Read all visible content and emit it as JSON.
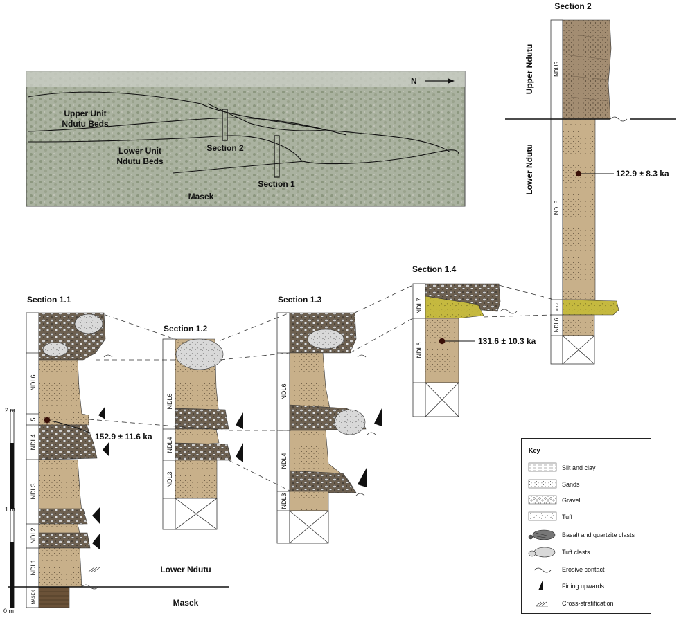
{
  "photo": {
    "north_label": "N",
    "upper_unit_line1": "Upper Unit",
    "upper_unit_line2": "Ndutu Beds",
    "lower_unit_line1": "Lower Unit",
    "lower_unit_line2": "Ndutu Beds",
    "section2_label": "Section 2",
    "section1_label": "Section 1",
    "masek_label": "Masek"
  },
  "section2": {
    "title": "Section 2",
    "upper_label": "Upper Ndutu",
    "lower_label": "Lower Ndutu",
    "units": [
      "NDU5",
      "NDL8",
      "NDL7",
      "NDL6"
    ],
    "date": "122.9 ± 8.3 ka"
  },
  "section1_1": {
    "title": "Section 1.1",
    "units": [
      "NDL6",
      "5",
      "NDL4",
      "NDL3",
      "NDL2",
      "NDL1",
      "MASEK"
    ],
    "date": "152.9 ± 11.6 ka"
  },
  "section1_2": {
    "title": "Section 1.2",
    "units": [
      "NDL6",
      "NDL4",
      "NDL3"
    ]
  },
  "section1_3": {
    "title": "Section 1.3",
    "units": [
      "NDL6",
      "NDL4",
      "NDL3"
    ]
  },
  "section1_4": {
    "title": "Section 1.4",
    "units": [
      "NDL7",
      "NDL6"
    ],
    "date": "131.6 ± 10.3 ka"
  },
  "scale": {
    "ticks": [
      "2 m",
      "1 m",
      "0 m"
    ]
  },
  "boundary": {
    "upper": "Lower Ndutu",
    "lower": "Masek"
  },
  "key": {
    "title": "Key",
    "items": [
      "Silt and clay",
      "Sands",
      "Gravel",
      "Tuff",
      "Basalt and quartzite clasts",
      "Tuff clasts",
      "Erosive contact",
      "Fining upwards",
      "Cross-stratification"
    ]
  },
  "colors": {
    "sand": "#c8b08a",
    "tuff_yellow": "#c5b93f",
    "masek": "#6b5238",
    "upper_ndutu": "#a38d72"
  }
}
